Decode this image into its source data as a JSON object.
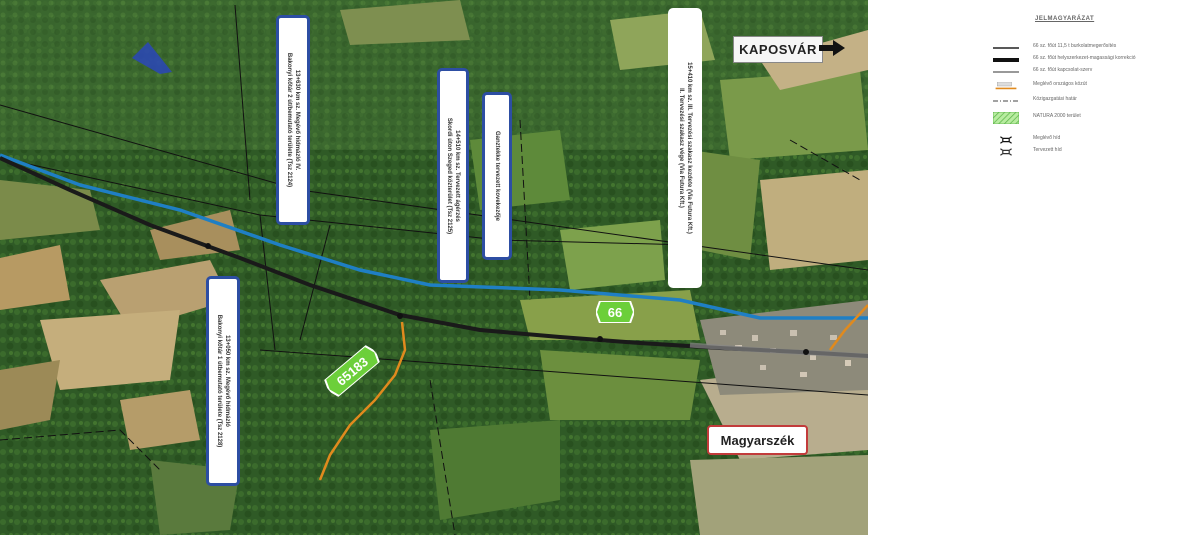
{
  "map": {
    "city_label": "KAPOSVÁR",
    "place_label": "Magyarszék",
    "road_66": "66",
    "road_65183": "65183",
    "boxes": [
      {
        "line1": "13+630 km sz. Megévő hídmázló IV.",
        "line2": "Bakonyi kőtár 2 út/bemutató területe (Tsz 2124)"
      },
      {
        "line1": "14+510 km sz. Tervezett ágérzés",
        "line2": "Skordi úton Szeged közterület (Tsz 2125)"
      },
      {
        "line1": "Ganztekke tervezett kovekezője",
        "line2": ""
      },
      {
        "line1": "15+410 km sz. III. Tervezési szakasz kezdete (Via Futura Kft.)",
        "line2": "II. Tervezési szakasz vége (Via Futura Kft.)"
      },
      {
        "line1": "13+050 km sz. Megévő hídmázló",
        "line2": "Bakonyi kőtár 1 útbemutató területe (Tsz 2128)"
      }
    ],
    "colors": {
      "river": "#1f7fc4",
      "road_main": "#1a1a1a",
      "road_secondary": "#e08a1e",
      "natura": "#7fd06a",
      "box_border": "#2d4ea3",
      "place_border": "#c23b3b"
    }
  },
  "legend": {
    "title": "JELMAGYARÁZAT",
    "items": [
      {
        "icon": "thin-line-icon",
        "label": "66 sz. főút 11,5 t burkolatmegerősítés"
      },
      {
        "icon": "thick-line-icon",
        "label": "66 sz. főút helyszerkezet-magassági korrekció"
      },
      {
        "icon": "gray-line-icon",
        "label": "66 sz. főút kapcsolat-szerv"
      },
      {
        "icon": "orange-line-icon",
        "label": "Meglévő országos közút"
      },
      {
        "icon": "dashed-line-icon",
        "label": "Közigazgatási határ"
      },
      {
        "icon": "natura-area-icon",
        "label": "NATURA 2000 terület"
      },
      {
        "icon": "existing-bridge-icon",
        "label": "Meglévő híd"
      },
      {
        "icon": "planned-bridge-icon",
        "label": "Tervezett híd"
      }
    ]
  }
}
